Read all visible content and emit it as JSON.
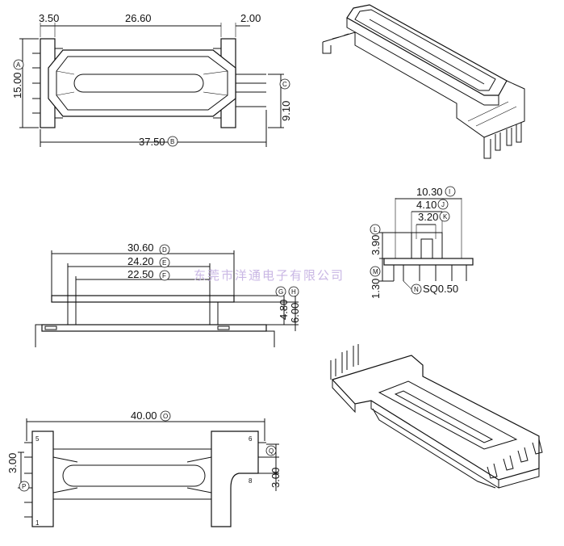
{
  "watermark": "东莞市洋通电子有限公司",
  "top_view": {
    "dims": {
      "flange": "3.50",
      "core_length": "26.60",
      "pin_pitch_end": "2.00",
      "height": "15.00",
      "height_mark": "A",
      "total_length": "37.50",
      "total_mark": "B",
      "pin_span": "9.10",
      "pin_span_mark": "C"
    }
  },
  "side_view": {
    "dims": {
      "d_outer": "30.60",
      "d_outer_mark": "D",
      "d_mid": "24.20",
      "d_mid_mark": "E",
      "d_inner": "22.50",
      "d_inner_mark": "F",
      "mark_g": "G",
      "mark_h": "H",
      "h1": "4.80",
      "h2": "6.00"
    }
  },
  "end_view": {
    "dims": {
      "w1": "10.30",
      "w1_mark": "I",
      "w2": "4.10",
      "w2_mark": "J",
      "w3": "3.20",
      "w3_mark": "K",
      "h1": "3.90",
      "h1_mark": "L",
      "h2": "1.30",
      "h2_mark": "M",
      "pin_sq": "SQ0.50",
      "pin_mark": "N"
    }
  },
  "bottom_view": {
    "dims": {
      "total": "40.00",
      "total_mark": "O",
      "pitch_left": "3.00",
      "pitch_left_mark": "P",
      "pitch_right": "3.00",
      "pitch_right_mark": "Q"
    },
    "pins": [
      "5",
      "1",
      "6",
      "8"
    ]
  }
}
